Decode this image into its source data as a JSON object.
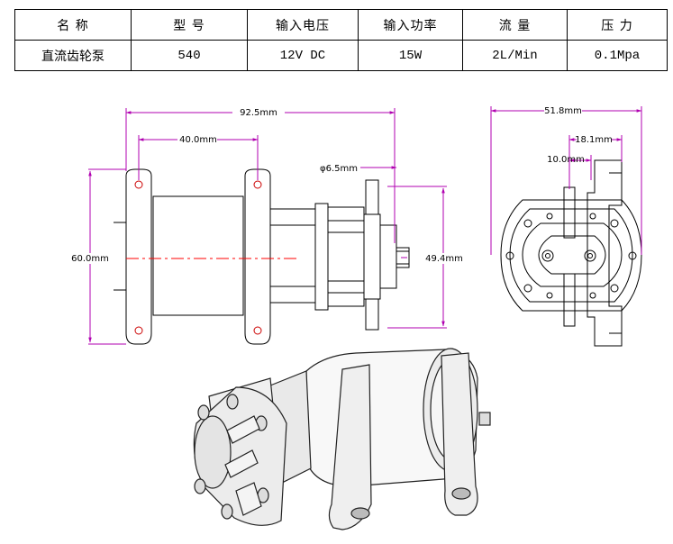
{
  "spec_table": {
    "headers": [
      "名  称",
      "型  号",
      "输入电压",
      "输入功率",
      "流  量",
      "压  力"
    ],
    "values": [
      "直流齿轮泵",
      "540",
      "12V DC",
      "15W",
      "2L/Min",
      "0.1Mpa"
    ]
  },
  "dimensions": {
    "overall_length": "92.5mm",
    "mount_spacing": "40.0mm",
    "outlet_diameter": "φ6.5mm",
    "height": "60.0mm",
    "head_height": "49.4mm",
    "side_width": "51.8mm",
    "side_port_offset_a": "18.1mm",
    "side_port_offset_b": "10.0mm"
  },
  "colors": {
    "line": "#000000",
    "dimension": "#b000b0",
    "center_line": "#ff0000"
  }
}
